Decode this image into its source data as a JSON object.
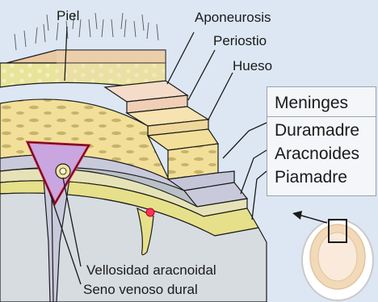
{
  "labels": {
    "piel": "Piel",
    "aponeurosis": "Aponeurosis",
    "periostio": "Periostio",
    "hueso": "Hueso",
    "meninges": "Meninges",
    "duramadre": "Duramadre",
    "aracnoides": "Aracnoides",
    "piamadre": "Piamadre",
    "vellosidad": "Vellosidad aracnoidal",
    "seno": "Seno venoso dural"
  },
  "colors": {
    "background": "#dde7f3",
    "skin": "#f2d9b8",
    "skin_top": "#e8c9a3",
    "fat": "#e6e08a",
    "aponeurosis": "#f5dcc9",
    "periosteum": "#f6e3b0",
    "bone": "#f2e09a",
    "bone_spot": "#b8a35a",
    "dura": "#c9c9dc",
    "arachnoid": "#e6e2b8",
    "pia": "#e6e08a",
    "brain": "#d7dce0",
    "sinus_fill": "#c9a6e0",
    "sinus_border": "#e0143c",
    "outline": "#1a1a1a"
  }
}
